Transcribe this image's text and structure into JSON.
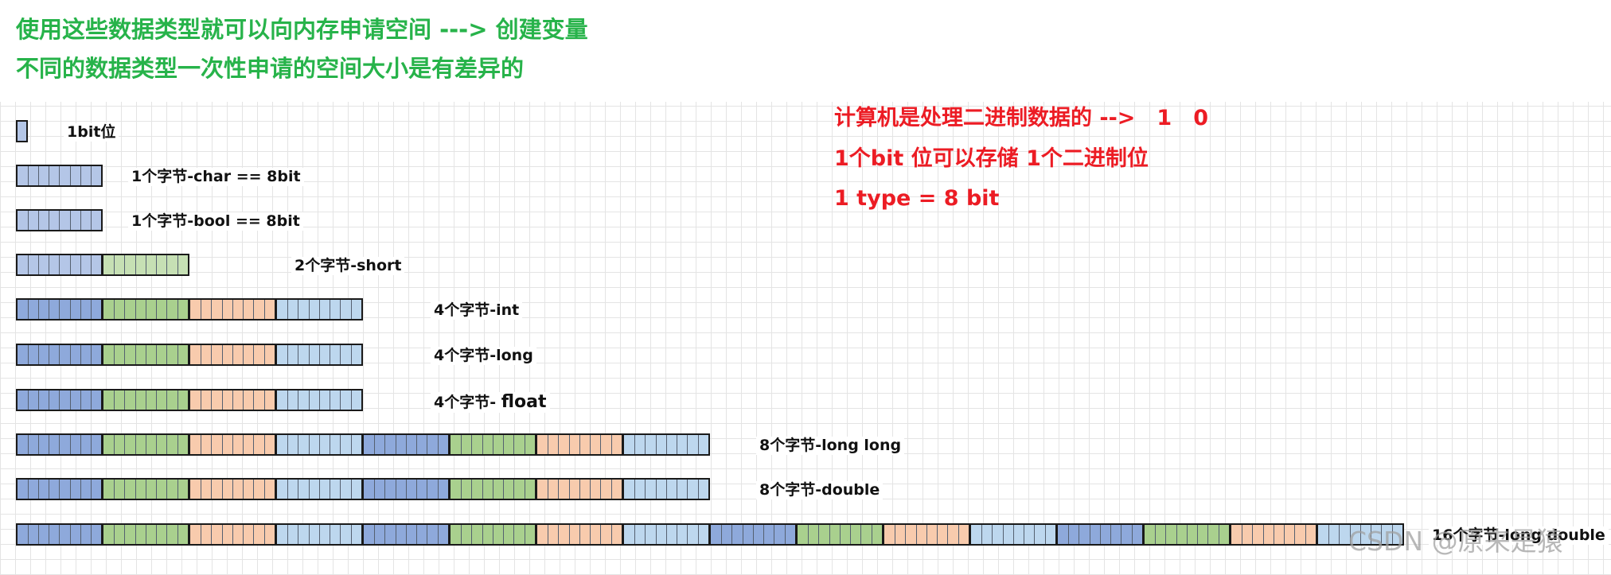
{
  "headings": {
    "line1": "使用这些数据类型就可以向内存申请空间 ---> 创建变量",
    "line2": "不同的数据类型一次性申请的空间大小是有差异的"
  },
  "notes": {
    "line1": "计算机是处理二进制数据的 -->　1　0",
    "line2": "1个bit 位可以存储 1个二进制位",
    "line3": "1 type = 8 bit"
  },
  "byte_colors": [
    "#8ea9db",
    "#a9d08e",
    "#f8cbad",
    "#bdd7ee"
  ],
  "first_byte_light_color": "#b4c6e7",
  "second_byte_light_color": "#c6e0b4",
  "rows": [
    {
      "id": "bit",
      "label": "1bit位",
      "bytes": 0
    },
    {
      "id": "char",
      "label": "1个字节-char == 8bit",
      "bytes": 1,
      "light": true
    },
    {
      "id": "bool",
      "label": "1个字节-bool == 8bit",
      "bytes": 1,
      "light": true
    },
    {
      "id": "short",
      "label": "2个字节-short",
      "bytes": 2,
      "light": true
    },
    {
      "id": "int",
      "label": "4个字节-int",
      "bytes": 4
    },
    {
      "id": "long",
      "label": "4个字节-long",
      "bytes": 4
    },
    {
      "id": "float",
      "label": "4个字节- ",
      "emph": "float",
      "bytes": 4
    },
    {
      "id": "long-long",
      "label": "8个字节-long long",
      "bytes": 8
    },
    {
      "id": "double",
      "label": "8个字节-double",
      "bytes": 8
    },
    {
      "id": "long-double",
      "label": "16个字节-long double",
      "bytes": 16
    }
  ],
  "watermark": "CSDN @原来是猿"
}
